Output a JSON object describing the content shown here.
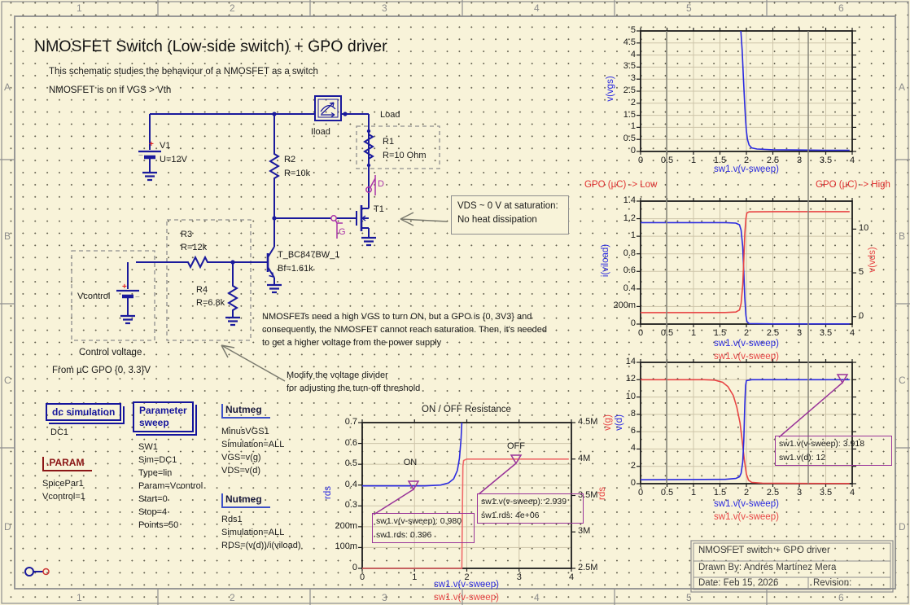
{
  "frame": {
    "columns": [
      "1",
      "2",
      "3",
      "4",
      "5",
      "6"
    ],
    "rows": [
      "A",
      "B",
      "C",
      "D"
    ]
  },
  "schematic": {
    "heading": "NMOSFET Switch (Low-side switch) + GPO driver",
    "desc1": "This schematic studies the behaviour of a NMOSFET as a switch",
    "desc2": "NMOSFET is on if  VGS > Vth",
    "v1": {
      "name": "V1",
      "value": "U=12V",
      "plus": "+",
      "minus": "−"
    },
    "r2": {
      "name": "R2",
      "value": "R=10k"
    },
    "ammeter": "Iload",
    "load": {
      "box": "Load",
      "name": "R1",
      "value": "R=10 Ohm"
    },
    "node_d": "D",
    "node_g": "G",
    "t1": "T1",
    "bjt": {
      "name": "T_BC847BW_1",
      "value": "Bf=1.61k"
    },
    "r3": {
      "name": "R3",
      "value": "R=12k"
    },
    "r4": {
      "name": "R4",
      "value": "R=6.8k"
    },
    "vcontrol": {
      "name": "Vcontrol",
      "plus": "+",
      "minus": "−"
    },
    "control_caption1": "Control voltage",
    "control_caption2": "From µC GPO {0, 3.3}V",
    "note_box": [
      "VDS ~ 0 V at saturation:",
      "No heat dissipation"
    ],
    "vgs_note": [
      "NMOSFETs need a high VGS to turn ON, but a GPO is {0, 3V3} and",
      "consequently, the NMOSFET cannot reach saturation. Then, it's needed",
      "to get a higher voltage from the power supply"
    ],
    "divider_note": [
      "Modify the voltage divider",
      "for adjusting the turn-off threshold"
    ]
  },
  "region_labels": {
    "low": "GPO (µC) -> Low",
    "high": "GPO (µC) -> High"
  },
  "sim": {
    "dc": {
      "title": "dc simulation",
      "name": "DC1"
    },
    "param": {
      "title": ".PARAM",
      "lines": [
        "SpicePar1",
        "Vcontrol=1"
      ]
    },
    "sweep": {
      "title1": "Parameter",
      "title2": "sweep",
      "lines": [
        "SW1",
        "Sim=DC1",
        "Type=lin",
        "Param=Vcontrol",
        "Start=0",
        "Stop=4",
        "Points=50"
      ]
    },
    "nutmeg1": {
      "title": "Nutmeg",
      "lines": [
        "MinusVGS1",
        "Simulation=ALL",
        "VGS=v(g)",
        "VDS=v(d)"
      ]
    },
    "nutmeg2": {
      "title": "Nutmeg",
      "lines": [
        "Rds1",
        "Simulation=ALL",
        "RDS=(v(d))/i(viload)"
      ]
    }
  },
  "title_block": {
    "title": "NMOSFET switch + GPO driver",
    "drawn_by": "Drawn By: Andrés Martínez Mera",
    "date": "Date: Feb 15, 2026",
    "revision": "Revision:"
  },
  "colors": {
    "wire": "#1a1a9c",
    "blue_trace": "#2a2ae0",
    "red_trace": "#e84545",
    "magenta": "#a832a8",
    "marker_purple": "#993399",
    "accent_red": "#dd2222",
    "dark_red": "#8c1616",
    "frame_gray": "#8e8e8e",
    "background": "#f8f3d9"
  },
  "chart_data": [
    {
      "type": "line",
      "xlim": [
        0,
        4
      ],
      "xticks": [
        0,
        0.5,
        1,
        1.5,
        2,
        2.5,
        3,
        3.5,
        4
      ],
      "xtick_labels": [
        "0",
        "0.5",
        "1",
        "1.5",
        "2",
        "2.5",
        "3",
        "3.5",
        "4"
      ],
      "ylim": [
        0,
        5
      ],
      "yticks": [
        0,
        0.5,
        1,
        1.5,
        2,
        2.5,
        3,
        3.5,
        4,
        4.5,
        5
      ],
      "ytick_labels": [
        "0",
        "0.5",
        "1",
        "1.5",
        "2",
        "2.5",
        "3",
        "3.5",
        "4",
        "4.5",
        "5"
      ],
      "ylabels_left": [
        {
          "text": "v(vgs)",
          "color": "#2a2ae0"
        }
      ],
      "xlabels": [
        {
          "text": "sw1.v(v-sweep)",
          "color": "#2a2ae0"
        }
      ],
      "series": [
        {
          "name": "v(vgs)",
          "color": "#2a2ae0",
          "axis": "left",
          "points": [
            [
              1.895,
              5.4
            ],
            [
              1.92,
              4.2
            ],
            [
              1.945,
              3.0
            ],
            [
              1.965,
              2.1
            ],
            [
              1.985,
              1.3
            ],
            [
              2.0,
              0.85
            ],
            [
              2.02,
              0.5
            ],
            [
              2.05,
              0.27
            ],
            [
              2.1,
              0.15
            ],
            [
              2.2,
              0.1
            ],
            [
              2.5,
              0.07
            ],
            [
              3.0,
              0.06
            ],
            [
              3.5,
              0.05
            ],
            [
              3.95,
              0.05
            ]
          ]
        }
      ]
    },
    {
      "type": "line",
      "xlim": [
        0,
        4
      ],
      "xticks": [
        0,
        0.5,
        1,
        1.5,
        2,
        2.5,
        3,
        3.5,
        4
      ],
      "xtick_labels": [
        "0",
        "0.5",
        "1",
        "1.5",
        "2",
        "2.5",
        "3",
        "3.5",
        "4"
      ],
      "ylim": [
        0,
        1.4
      ],
      "yticks": [
        0,
        0.2,
        0.4,
        0.6,
        0.8,
        1,
        1.2,
        1.4
      ],
      "ytick_labels": [
        "0",
        "200m",
        "0.4",
        "0.6",
        "0.8",
        "1",
        "1.2",
        "1.4"
      ],
      "right": {
        "ylim": [
          -0.86,
          13.2
        ],
        "yticks": [
          0,
          5,
          10
        ],
        "ytick_labels": [
          "0",
          "5",
          "10"
        ]
      },
      "ylabels_left": [
        {
          "text": "i(viload)",
          "color": "#2a2ae0"
        }
      ],
      "ylabels_right": [
        {
          "text": "v(vds)",
          "color": "#e84545"
        }
      ],
      "xlabels": [
        {
          "text": "sw1.v(v-sweep)",
          "color": "#2a2ae0"
        },
        {
          "text": "sw1.v(v-sweep)",
          "color": "#e84545"
        }
      ],
      "series": [
        {
          "name": "i(viload)",
          "color": "#2a2ae0",
          "axis": "left",
          "points": [
            [
              0,
              1.155
            ],
            [
              1.6,
              1.155
            ],
            [
              1.8,
              1.15
            ],
            [
              1.87,
              1.13
            ],
            [
              1.9,
              1.07
            ],
            [
              1.93,
              0.88
            ],
            [
              1.95,
              0.6
            ],
            [
              1.97,
              0.3
            ],
            [
              1.99,
              0.1
            ],
            [
              2.01,
              0.03
            ],
            [
              2.05,
              0.006
            ],
            [
              2.5,
              0.002
            ],
            [
              3.95,
              0.002
            ]
          ]
        },
        {
          "name": "v(vds)",
          "color": "#e84545",
          "axis": "right",
          "points": [
            [
              0,
              0.45
            ],
            [
              1.6,
              0.46
            ],
            [
              1.8,
              0.52
            ],
            [
              1.87,
              0.75
            ],
            [
              1.9,
              1.5
            ],
            [
              1.93,
              3.6
            ],
            [
              1.95,
              6.4
            ],
            [
              1.97,
              9.4
            ],
            [
              1.99,
              11.2
            ],
            [
              2.01,
              11.85
            ],
            [
              2.05,
              11.97
            ],
            [
              2.5,
              12
            ],
            [
              3.95,
              12
            ]
          ]
        }
      ]
    },
    {
      "type": "line",
      "xlim": [
        0,
        4
      ],
      "xticks": [
        0,
        0.5,
        1,
        1.5,
        2,
        2.5,
        3,
        3.5,
        4
      ],
      "xtick_labels": [
        "0",
        "0.5",
        "1",
        "1.5",
        "2",
        "2.5",
        "3",
        "3.5",
        "4"
      ],
      "ylim": [
        0,
        14
      ],
      "yticks": [
        0,
        2,
        4,
        6,
        8,
        10,
        12,
        14
      ],
      "ytick_labels": [
        "0",
        "2",
        "4",
        "6",
        "8",
        "10",
        "12",
        "14"
      ],
      "ylabels_left": [
        {
          "text": "v(g)",
          "color": "#e84545"
        },
        {
          "text": "v(d)",
          "color": "#2a2ae0"
        }
      ],
      "xlabels": [
        {
          "text": "sw1.v(v-sweep)",
          "color": "#2a2ae0"
        },
        {
          "text": "sw1.v(v-sweep)",
          "color": "#e84545"
        }
      ],
      "series": [
        {
          "name": "v(g)",
          "color": "#e84545",
          "axis": "left",
          "points": [
            [
              0,
              12
            ],
            [
              1.2,
              12
            ],
            [
              1.4,
              11.95
            ],
            [
              1.55,
              11.7
            ],
            [
              1.65,
              11.2
            ],
            [
              1.75,
              10.2
            ],
            [
              1.82,
              8.8
            ],
            [
              1.88,
              7
            ],
            [
              1.92,
              5
            ],
            [
              1.96,
              2.8
            ],
            [
              2.0,
              1.1
            ],
            [
              2.04,
              0.4
            ],
            [
              2.1,
              0.15
            ],
            [
              2.3,
              0.06
            ],
            [
              3.0,
              0.03
            ],
            [
              3.95,
              0.02
            ]
          ]
        },
        {
          "name": "v(d)",
          "color": "#2a2ae0",
          "axis": "left",
          "points": [
            [
              0,
              0.45
            ],
            [
              1.6,
              0.5
            ],
            [
              1.8,
              0.6
            ],
            [
              1.87,
              0.8
            ],
            [
              1.9,
              1.2
            ],
            [
              1.93,
              2.5
            ],
            [
              1.95,
              5
            ],
            [
              1.97,
              9
            ],
            [
              1.985,
              11.3
            ],
            [
              2.0,
              11.9
            ],
            [
              2.1,
              12
            ],
            [
              3.95,
              12
            ]
          ]
        }
      ],
      "markers": [
        {
          "x": 3.918,
          "y": 12,
          "lines": [
            "sw1.v(v-sweep): 3.918",
            "sw1.v(d): 12"
          ]
        }
      ]
    },
    {
      "type": "line",
      "title": "ON / OFF Resistance",
      "xlim": [
        0,
        4
      ],
      "xticks": [
        0,
        1,
        2,
        3,
        4
      ],
      "xtick_labels": [
        "0",
        "1",
        "2",
        "3",
        "4"
      ],
      "ylim": [
        0,
        0.7
      ],
      "yticks": [
        0,
        0.1,
        0.2,
        0.3,
        0.4,
        0.5,
        0.6,
        0.7
      ],
      "ytick_labels": [
        "0",
        "100m",
        "200m",
        "0.3",
        "0.4",
        "0.5",
        "0.6",
        "0.7"
      ],
      "right": {
        "ylim": [
          2500000,
          4500000
        ],
        "yticks": [
          2500000,
          3000000,
          3500000,
          4000000,
          4500000
        ],
        "ytick_labels": [
          "2.5M",
          "3M",
          "3.5M",
          "4M",
          "4.5M"
        ]
      },
      "ylabels_left": [
        {
          "text": "rds",
          "color": "#2a2ae0"
        }
      ],
      "ylabels_right": [
        {
          "text": "rds",
          "color": "#e84545"
        }
      ],
      "xlabels": [
        {
          "text": "sw1.v(v-sweep)",
          "color": "#2a2ae0"
        },
        {
          "text": "sw1.v(v-sweep)",
          "color": "#e84545"
        }
      ],
      "series": [
        {
          "name": "rds (on)",
          "color": "#2a2ae0",
          "axis": "left",
          "points": [
            [
              0,
              0.396
            ],
            [
              1.2,
              0.396
            ],
            [
              1.5,
              0.4
            ],
            [
              1.65,
              0.41
            ],
            [
              1.75,
              0.43
            ],
            [
              1.82,
              0.47
            ],
            [
              1.86,
              0.53
            ],
            [
              1.89,
              0.62
            ],
            [
              1.905,
              0.78
            ]
          ]
        },
        {
          "name": "rds (off)",
          "color": "#f06a6a",
          "axis": "right",
          "points": [
            [
              0,
              0
            ],
            [
              1.89,
              0
            ],
            [
              1.905,
              1500000
            ],
            [
              1.915,
              3200000
            ],
            [
              1.925,
              3900000
            ],
            [
              1.94,
              3980000
            ],
            [
              2.0,
              4000000
            ],
            [
              3.95,
              4000000
            ]
          ]
        }
      ],
      "markers": [
        {
          "label": "ON",
          "x": 0.98,
          "y": 0.396,
          "lines": [
            "sw1.v(v-sweep): 0.980",
            "sw1.rds: 0.396"
          ]
        },
        {
          "label": "OFF",
          "x": 2.939,
          "y": "4e+06",
          "lines": [
            "sw1.v(v-sweep): 2.939",
            "sw1.rds: 4e+06"
          ]
        }
      ]
    }
  ]
}
